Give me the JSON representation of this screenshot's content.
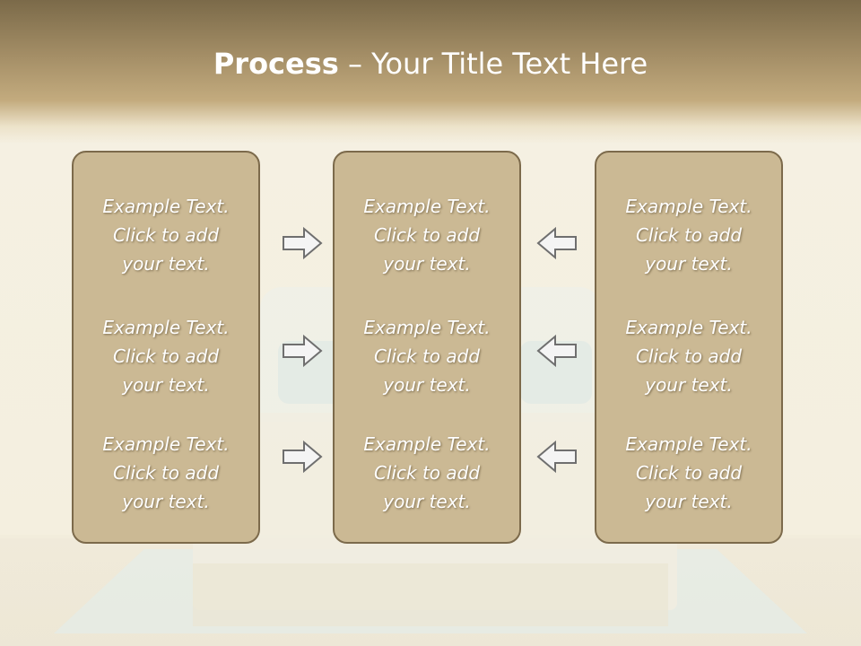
{
  "title": {
    "bold": "Process",
    "rest": " – Your Title Text Here"
  },
  "colors": {
    "header_dark": "#7b6a49",
    "panel_fill": "#cbb994",
    "panel_border": "#7c6a4b",
    "text": "#ffffff",
    "arrow_stroke": "#6f6f6f"
  },
  "panels": [
    {
      "items": [
        {
          "line1": "Example Text.",
          "line2": "Click  to add",
          "line3": "your text."
        },
        {
          "line1": "Example Text.",
          "line2": "Click  to add",
          "line3": "your text."
        },
        {
          "line1": "Example Text.",
          "line2": "Click  to add",
          "line3": "your text."
        }
      ]
    },
    {
      "items": [
        {
          "line1": "Example Text.",
          "line2": "Click  to add",
          "line3": "your text."
        },
        {
          "line1": "Example Text.",
          "line2": "Click  to add",
          "line3": "your text."
        },
        {
          "line1": "Example Text.",
          "line2": "Click  to add",
          "line3": "your text."
        }
      ]
    },
    {
      "items": [
        {
          "line1": "Example Text.",
          "line2": "Click  to add",
          "line3": "your text."
        },
        {
          "line1": "Example Text.",
          "line2": "Click  to add",
          "line3": "your text."
        },
        {
          "line1": "Example Text.",
          "line2": "Click  to add",
          "line3": "your text."
        }
      ]
    }
  ],
  "arrows": {
    "left_to_center": "right-arrow-icon",
    "right_to_center": "left-arrow-icon"
  }
}
